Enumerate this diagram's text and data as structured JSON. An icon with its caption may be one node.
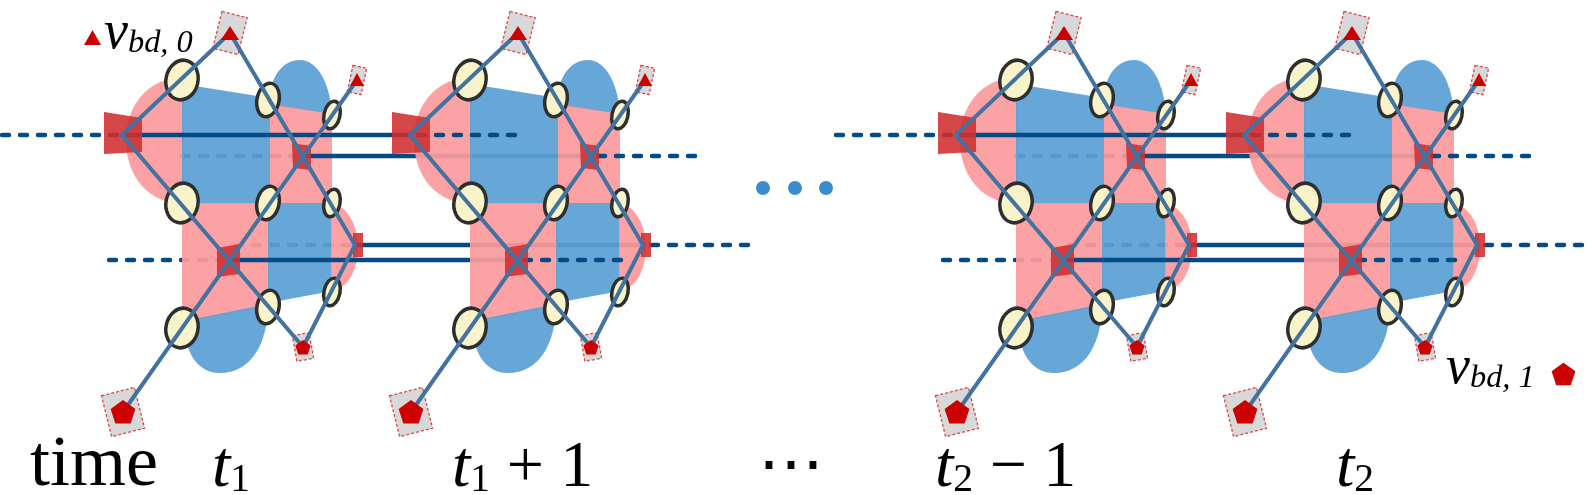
{
  "diagram": {
    "labels": [
      "time",
      "*t*$_{1}$",
      "*t*$_{1}$ + 1",
      "⋯",
      "*t*$_{2}$ − 1",
      "*t*$_{2}$"
    ],
    "legend": [
      {
        "text": "*v*$_{bd, 0}$"
      },
      {
        "text": "*v*$_{bd, 1}$"
      }
    ]
  }
}
